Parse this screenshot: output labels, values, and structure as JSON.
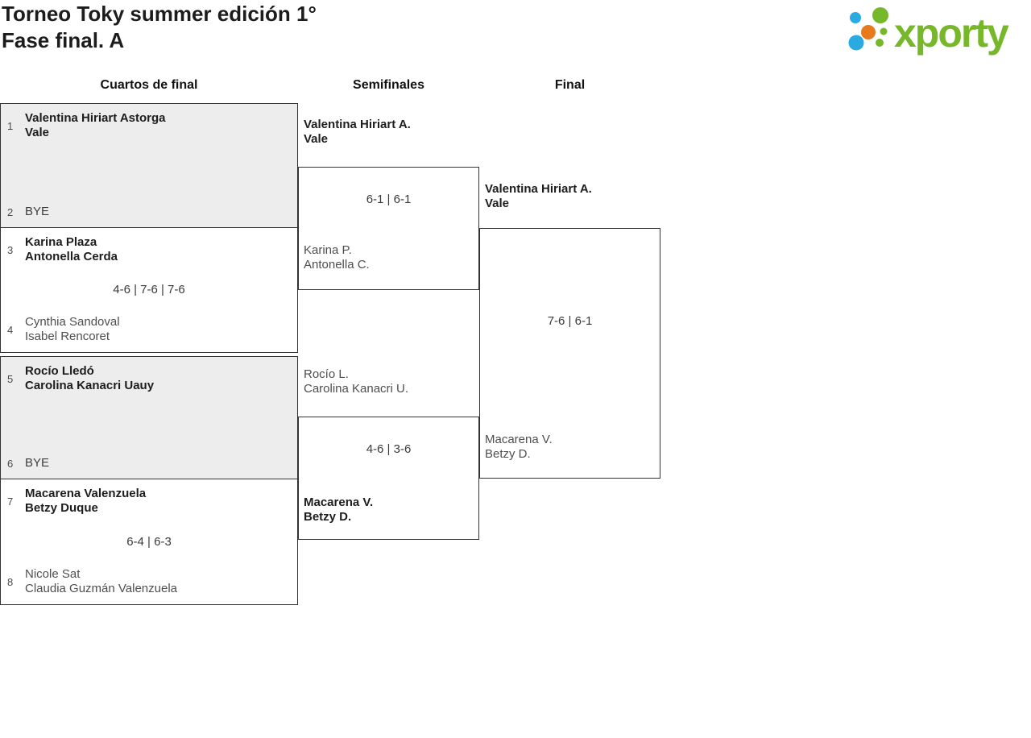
{
  "header": {
    "title_line1": "Torneo Toky summer edición 1°",
    "title_line2": "Fase final. A",
    "logo_text": "xporty"
  },
  "colors": {
    "accent_green": "#76b82a",
    "accent_blue": "#29abe2",
    "accent_orange": "#e87a1e",
    "box_gray": "#ededed",
    "border": "#333333"
  },
  "rounds": [
    {
      "label": "Cuartos de final"
    },
    {
      "label": "Semifinales"
    },
    {
      "label": "Final"
    }
  ],
  "bracket": {
    "quarterfinals": [
      {
        "seed_top": "1",
        "top_line1": "Valentina Hiriart Astorga",
        "top_line2": "Vale",
        "score": "",
        "seed_bottom": "2",
        "bottom_line1": "BYE",
        "bottom_line2": ""
      },
      {
        "seed_top": "3",
        "top_line1": "Karina Plaza",
        "top_line2": "Antonella Cerda",
        "score": "4-6 | 7-6 | 7-6",
        "seed_bottom": "4",
        "bottom_line1": "Cynthia Sandoval",
        "bottom_line2": "Isabel Rencoret"
      },
      {
        "seed_top": "5",
        "top_line1": "Rocío Lledó",
        "top_line2": "Carolina Kanacri Uauy",
        "score": "",
        "seed_bottom": "6",
        "bottom_line1": "BYE",
        "bottom_line2": ""
      },
      {
        "seed_top": "7",
        "top_line1": "Macarena Valenzuela",
        "top_line2": "Betzy Duque",
        "score": "6-4 | 6-3",
        "seed_bottom": "8",
        "bottom_line1": "Nicole Sat",
        "bottom_line2": "Claudia Guzmán Valenzuela"
      }
    ],
    "semifinals": [
      {
        "top_line1": "Valentina Hiriart A.",
        "top_line2": "Vale",
        "score": "6-1 | 6-1",
        "bottom_line1": "Karina P.",
        "bottom_line2": "Antonella C."
      },
      {
        "top_line1": "Rocío L.",
        "top_line2": "Carolina Kanacri U.",
        "score": "4-6 | 3-6",
        "bottom_line1": "Macarena V.",
        "bottom_line2": "Betzy D."
      }
    ],
    "final": {
      "top_line1": "Valentina Hiriart A.",
      "top_line2": "Vale",
      "score": "7-6 | 6-1",
      "bottom_line1": "Macarena V.",
      "bottom_line2": "Betzy D."
    }
  }
}
